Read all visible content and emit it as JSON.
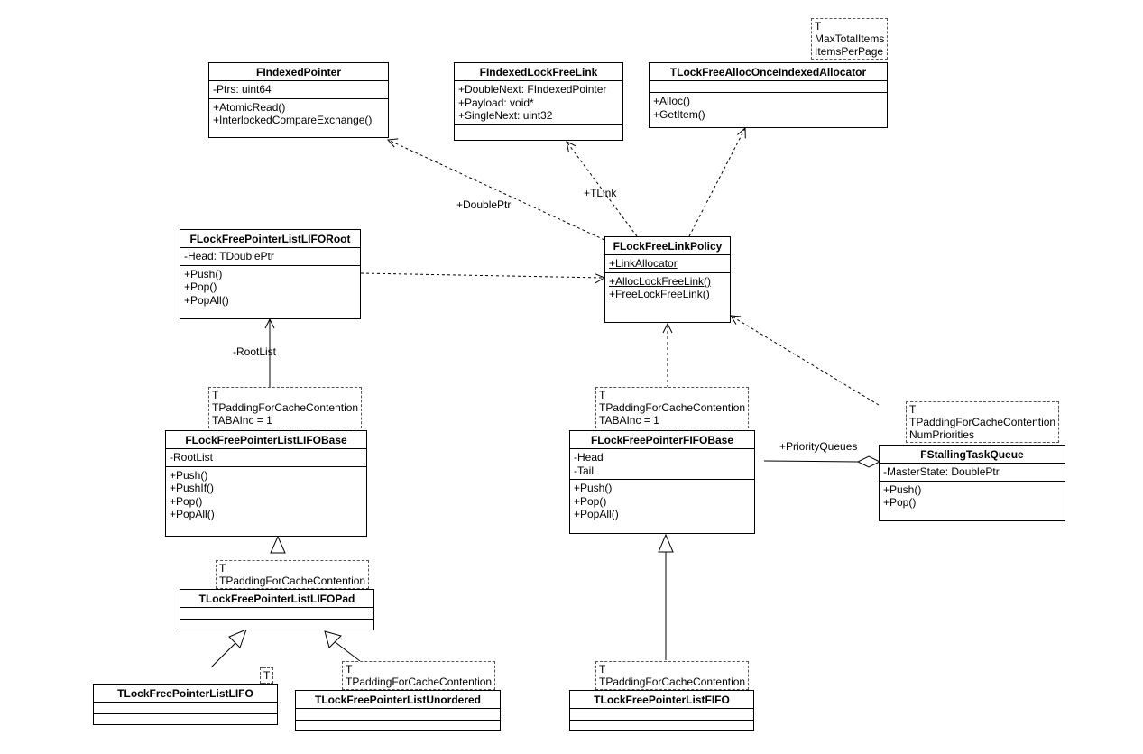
{
  "classes": {
    "findexedpointer": {
      "name": "FIndexedPointer",
      "attributes": [
        "-Ptrs: uint64"
      ],
      "operations": [
        "+AtomicRead()",
        "+InterlockedCompareExchange()"
      ]
    },
    "findexedlockfreelink": {
      "name": "FIndexedLockFreeLink",
      "attributes": [
        "+DoubleNext: FIndexedPointer",
        "+Payload: void*",
        "+SingleNext: uint32"
      ],
      "operations": []
    },
    "tlockfreeallocator": {
      "name": "TLockFreeAllocOnceIndexedAllocator",
      "attributes": [],
      "operations": [
        "+Alloc()",
        "+GetItem()"
      ]
    },
    "lifo_root": {
      "name": "FLockFreePointerListLIFORoot",
      "attributes": [
        "-Head: TDoublePtr"
      ],
      "operations": [
        "+Push()",
        "+Pop()",
        "+PopAll()"
      ]
    },
    "linkpolicy": {
      "name": "FLockFreeLinkPolicy",
      "attributes": [
        "+LinkAllocator"
      ],
      "operations": [
        "+AllocLockFreeLink()",
        "+FreeLockFreeLink()"
      ]
    },
    "lifo_base": {
      "name": "FLockFreePointerListLIFOBase",
      "attributes": [
        "-RootList"
      ],
      "operations": [
        "+Push()",
        "+PushIf()",
        "+Pop()",
        "+PopAll()"
      ]
    },
    "fifo_base": {
      "name": "FLockFreePointerFIFOBase",
      "attributes": [
        "-Head",
        "-Tail"
      ],
      "operations": [
        "+Push()",
        "+Pop()",
        "+PopAll()"
      ]
    },
    "stalling": {
      "name": "FStallingTaskQueue",
      "attributes": [
        "-MasterState: DoublePtr"
      ],
      "operations": [
        "+Push()",
        "+Pop()"
      ]
    },
    "lifo_pad": {
      "name": "TLockFreePointerListLIFOPad",
      "attributes": [],
      "operations": []
    },
    "lifo": {
      "name": "TLockFreePointerListLIFO",
      "attributes": [],
      "operations": []
    },
    "unordered": {
      "name": "TLockFreePointerListUnordered",
      "attributes": [],
      "operations": []
    },
    "fifo": {
      "name": "TLockFreePointerListFIFO",
      "attributes": [],
      "operations": []
    }
  },
  "templates": {
    "allocator": [
      "T",
      "MaxTotalItems",
      "ItemsPerPage"
    ],
    "lifo_base": [
      "T",
      "TPaddingForCacheContention",
      "TABAInc = 1"
    ],
    "fifo_base": [
      "T",
      "TPaddingForCacheContention",
      "TABAInc = 1"
    ],
    "stalling": [
      "T",
      "TPaddingForCacheContention",
      "NumPriorities"
    ],
    "lifo_pad": [
      "T",
      "TPaddingForCacheContention"
    ],
    "lifo": [
      "T"
    ],
    "unordered": [
      "T",
      "TPaddingForCacheContention"
    ],
    "fifo": [
      "T",
      "TPaddingForCacheContention"
    ]
  },
  "edge_labels": {
    "doubleptr": "+DoublePtr",
    "tlink": "+TLink",
    "rootlist": "-RootList",
    "priorityqueues": "+PriorityQueues"
  }
}
